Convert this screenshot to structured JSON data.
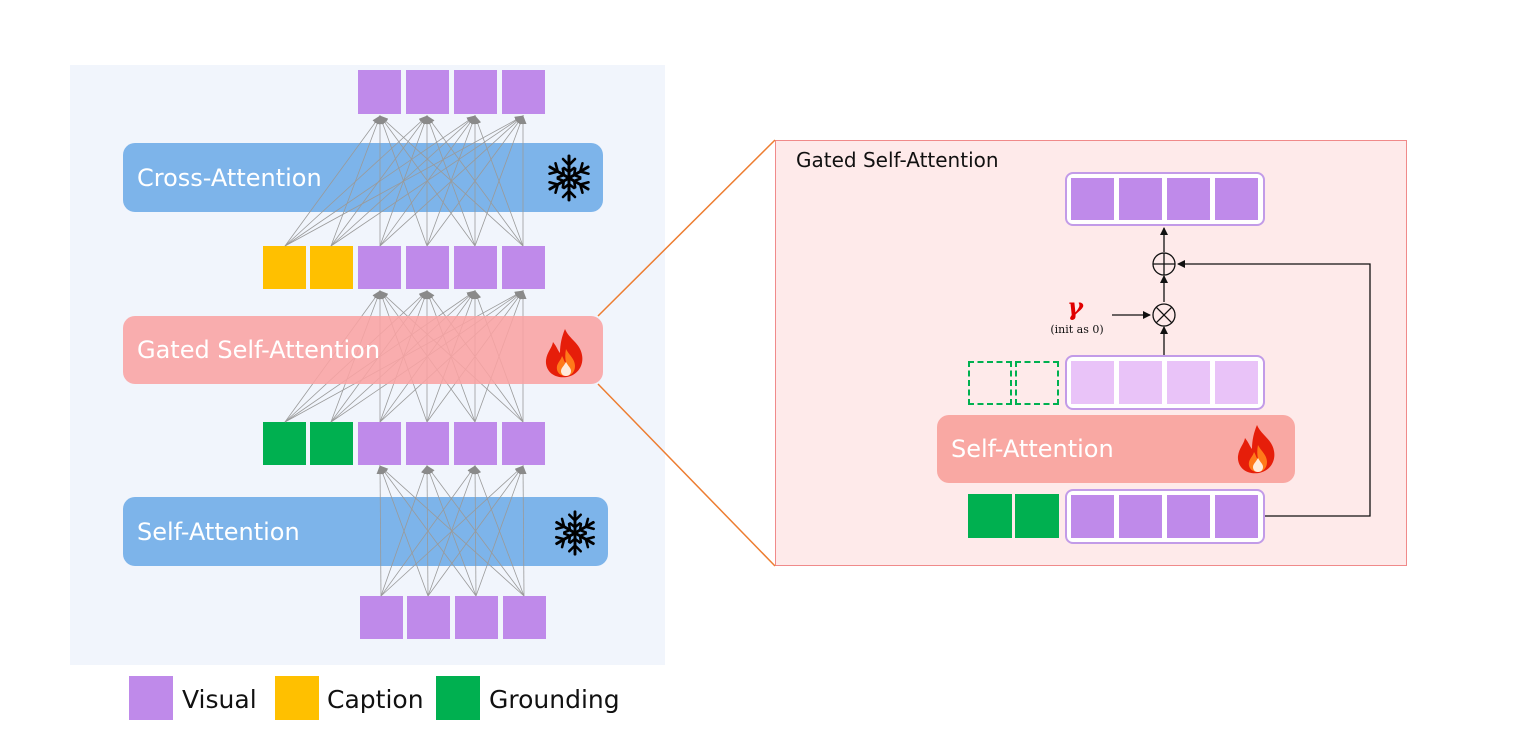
{
  "left": {
    "cross_attention": "Cross-Attention",
    "gated_self_attention": "Gated Self-Attention",
    "self_attention": "Self-Attention"
  },
  "legend": {
    "visual": "Visual",
    "caption": "Caption",
    "grounding": "Grounding"
  },
  "zoom": {
    "title": "Gated Self-Attention",
    "self_attention": "Self-Attention",
    "gamma": "γ",
    "gamma_init": "(init as 0)"
  },
  "colors": {
    "visual": "#bf8aea",
    "visual_light": "#e9c3f8",
    "caption": "#ffc000",
    "grounding": "#00b050",
    "frozen_block": "#7db4ea",
    "trainable_block": "#f9a8a3",
    "zoom_border": "#f08a8a",
    "connector": "#ed7d31"
  },
  "icons": {
    "frozen": "snowflake-icon",
    "trainable": "fire-icon"
  }
}
